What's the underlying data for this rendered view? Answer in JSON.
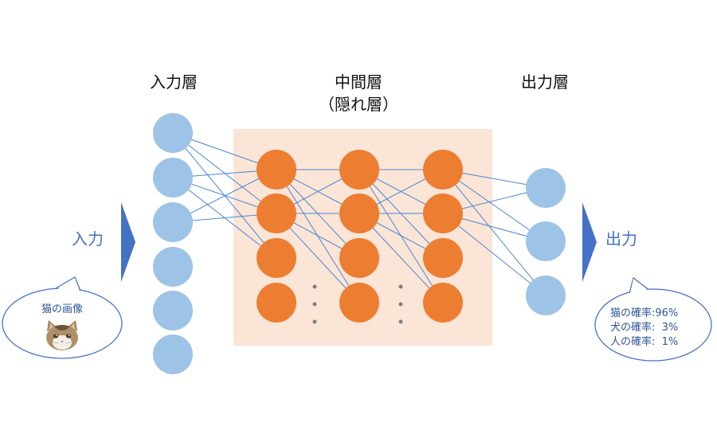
{
  "layers": {
    "input_title": "入力層",
    "hidden_title_line1": "中間層",
    "hidden_title_line2": "（隠れ層）",
    "output_title": "出力層"
  },
  "side": {
    "input_label": "入力",
    "output_label": "出力"
  },
  "input_bubble": {
    "caption": "猫の画像"
  },
  "output_bubble": {
    "lines": [
      "猫の確率:96%",
      "犬の確率:  3%",
      "人の確率:  1%"
    ]
  },
  "colors": {
    "input_node": "#9DC3E6",
    "hidden_node": "#ED7D31",
    "output_node": "#9DC3E6",
    "hidden_panel": "#FBE5D6",
    "edge": "#4A86D4",
    "arrow": "#4472C4",
    "ellipsis_dots": "#7F7F7F"
  },
  "icons": {
    "input_image": "cat-face-icon",
    "input_arrow": "chevron-right-icon",
    "output_arrow": "chevron-right-icon"
  }
}
